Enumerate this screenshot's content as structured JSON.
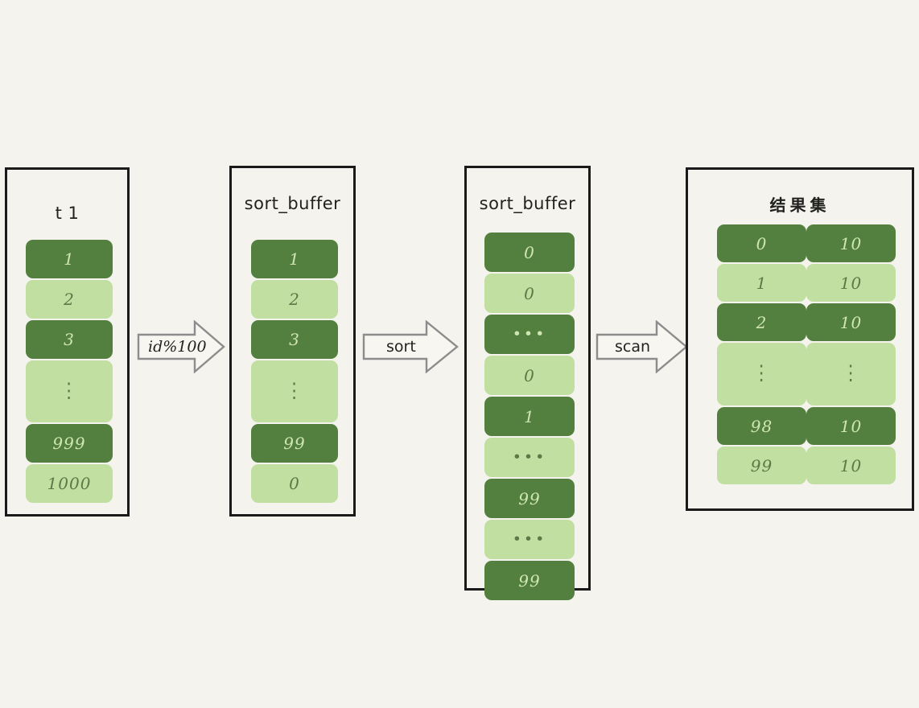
{
  "canvas": {
    "background": "#f4f3ee",
    "dark_green": "#54803f",
    "light_green": "#c0dfa0",
    "dark_text": "#cfe6b4",
    "light_text": "#5a7a46",
    "frame_border": "#1a1a1a",
    "arrow_stroke": "#8c8c8c"
  },
  "panels": [
    {
      "id": "table-t1",
      "title": "t 1",
      "rows": [
        {
          "value": "1",
          "shade": "dark",
          "tall": false
        },
        {
          "value": "2",
          "shade": "light",
          "tall": false
        },
        {
          "value": "3",
          "shade": "dark",
          "tall": false
        },
        {
          "value": "⋮",
          "shade": "light",
          "tall": true
        },
        {
          "value": "999",
          "shade": "dark",
          "tall": false
        },
        {
          "value": "1000",
          "shade": "light",
          "tall": false
        }
      ]
    },
    {
      "id": "sort-buffer-unsorted",
      "title": "sort_buffer",
      "rows": [
        {
          "value": "1",
          "shade": "dark",
          "tall": false
        },
        {
          "value": "2",
          "shade": "light",
          "tall": false
        },
        {
          "value": "3",
          "shade": "dark",
          "tall": false
        },
        {
          "value": "⋮",
          "shade": "light",
          "tall": true
        },
        {
          "value": "99",
          "shade": "dark",
          "tall": false
        },
        {
          "value": "0",
          "shade": "light",
          "tall": false
        }
      ]
    },
    {
      "id": "sort-buffer-sorted",
      "title": "sort_buffer",
      "rows": [
        {
          "value": "0",
          "shade": "dark",
          "tall": false
        },
        {
          "value": "0",
          "shade": "light",
          "tall": false
        },
        {
          "value": "...",
          "shade": "dark",
          "tall": false
        },
        {
          "value": "0",
          "shade": "light",
          "tall": false
        },
        {
          "value": "1",
          "shade": "dark",
          "tall": false
        },
        {
          "value": "...",
          "shade": "light",
          "tall": false
        },
        {
          "value": "99",
          "shade": "dark",
          "tall": false
        },
        {
          "value": "...",
          "shade": "light",
          "tall": false
        },
        {
          "value": "99",
          "shade": "dark",
          "tall": false
        }
      ]
    }
  ],
  "result_set": {
    "id": "result-set",
    "title": "结果集",
    "rows": [
      {
        "left": "0",
        "right": "10",
        "shade": "dark",
        "tall": false
      },
      {
        "left": "1",
        "right": "10",
        "shade": "light",
        "tall": false
      },
      {
        "left": "2",
        "right": "10",
        "shade": "dark",
        "tall": false
      },
      {
        "left": "⋮",
        "right": "⋮",
        "shade": "light",
        "tall": true
      },
      {
        "left": "98",
        "right": "10",
        "shade": "dark",
        "tall": false
      },
      {
        "left": "99",
        "right": "10",
        "shade": "light",
        "tall": false
      }
    ]
  },
  "arrows": [
    {
      "id": "arrow-id-mod-100",
      "label": "id%100"
    },
    {
      "id": "arrow-sort",
      "label": "sort"
    },
    {
      "id": "arrow-scan",
      "label": "scan"
    }
  ]
}
